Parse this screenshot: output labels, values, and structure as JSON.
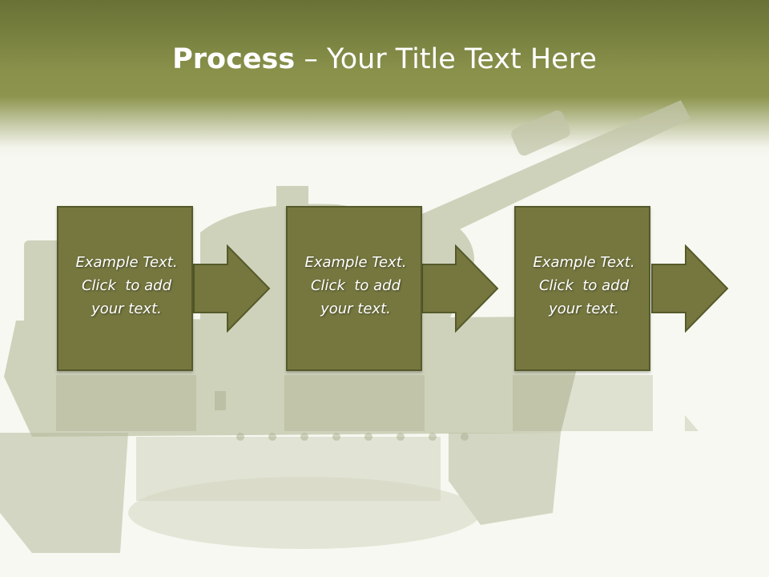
{
  "title": {
    "bold": "Process",
    "rest": " – Your Title Text Here"
  },
  "steps": [
    {
      "lines": [
        "Example Text.",
        "Click  to add",
        "your text."
      ]
    },
    {
      "lines": [
        "Example Text.",
        "Click  to add",
        "your text."
      ]
    },
    {
      "lines": [
        "Example Text.",
        "Click  to add",
        "your text."
      ]
    }
  ],
  "colors": {
    "header": "#89914b",
    "box_fill": "#75773f",
    "box_border": "#555a2a",
    "background": "#f7f8f1"
  }
}
